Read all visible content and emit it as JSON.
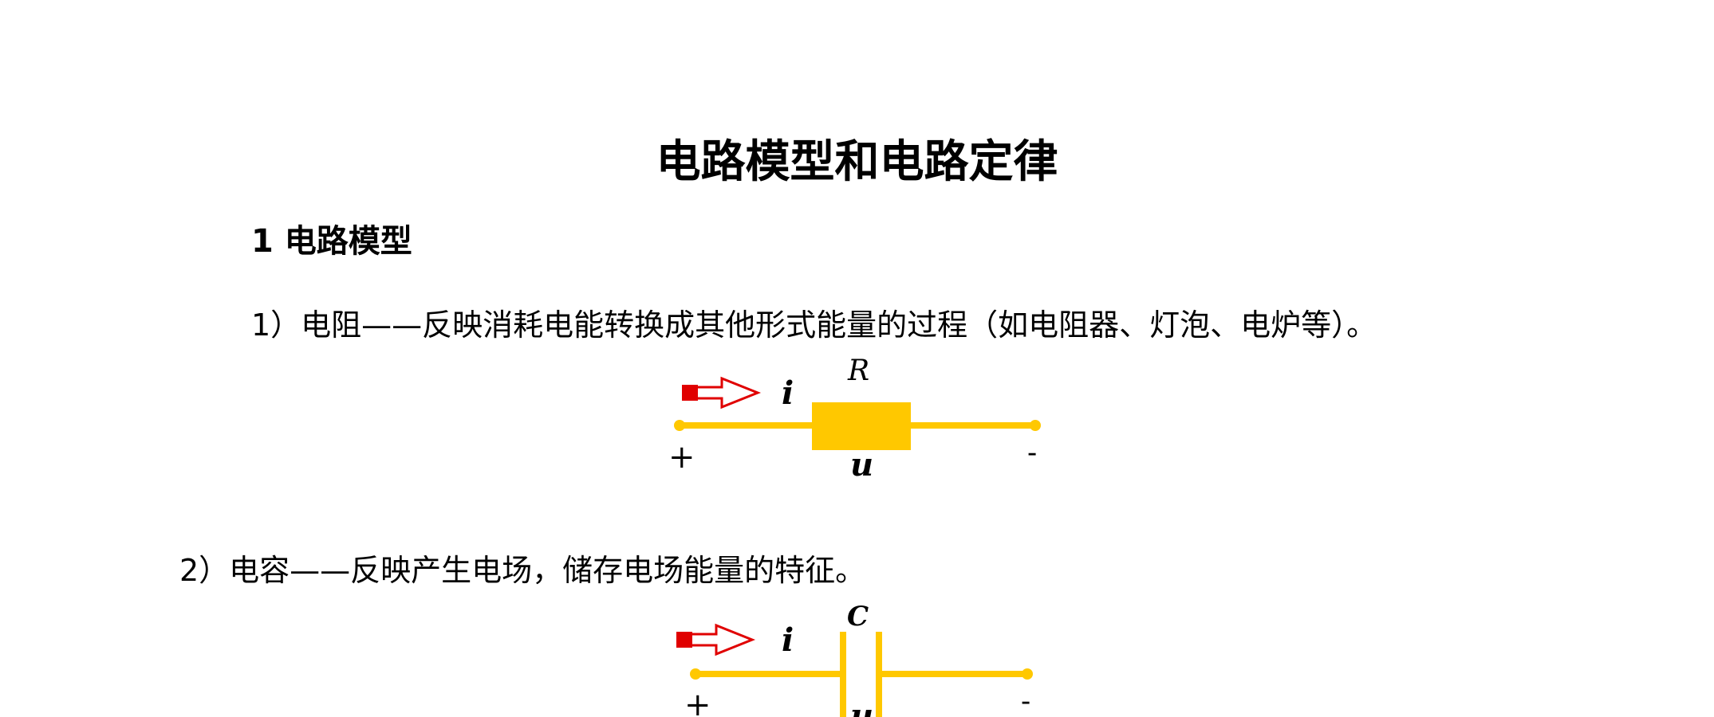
{
  "title": "电路模型和电路定律",
  "section": {
    "heading": "1 电路模型"
  },
  "items": [
    {
      "text": "1）电阻——反映消耗电能转换成其他形式能量的过程（如电阻器、灯泡、电炉等）。",
      "diagram": {
        "current_label": "i",
        "element_label": "R",
        "voltage_label": "u",
        "plus_label": "+",
        "minus_label": "-"
      }
    },
    {
      "text": "2）电容——反映产生电场，储存电场能量的特征。",
      "diagram": {
        "current_label": "i",
        "element_label": "C",
        "voltage_label": "u",
        "plus_label": "+",
        "minus_label": "-"
      }
    }
  ],
  "colors": {
    "wire": "#FFC800",
    "arrow_red": "#E00000"
  }
}
